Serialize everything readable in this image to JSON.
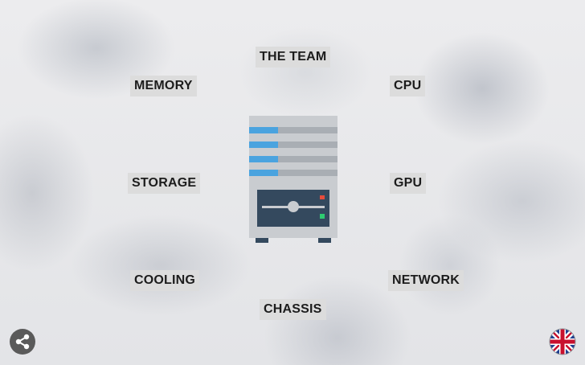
{
  "menu": {
    "team": "THE TEAM",
    "memory": "MEMORY",
    "cpu": "CPU",
    "storage": "STORAGE",
    "gpu": "GPU",
    "cooling": "COOLING",
    "network": "NETWORK",
    "chassis": "CHASSIS"
  },
  "icons": {
    "center": "server-tower-icon",
    "share": "share-icon",
    "language": "uk-flag-icon"
  },
  "colors": {
    "button_bg": "#dcdcdc",
    "button_text": "#1c1c1c",
    "server_body": "#c9ccd0",
    "server_accent": "#4aa3df",
    "server_panel": "#34495e",
    "led_red": "#e74c3c",
    "led_green": "#2ecc71"
  }
}
